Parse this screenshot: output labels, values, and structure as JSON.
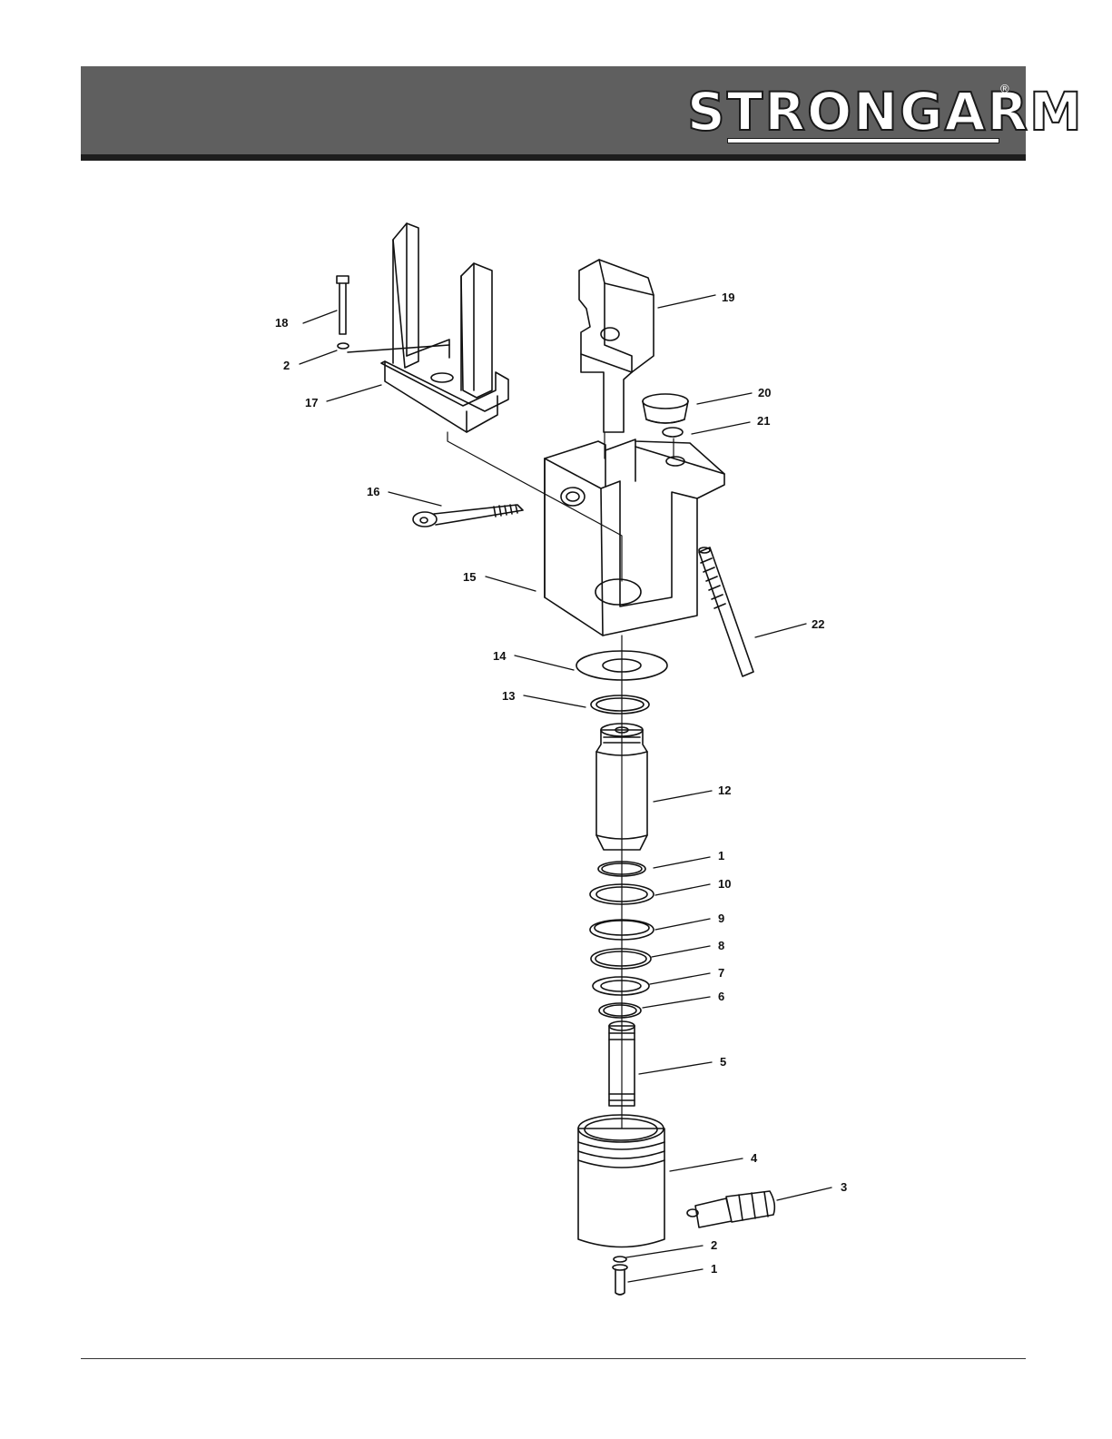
{
  "header": {
    "brand": "STRONGARM",
    "registered_mark": "®",
    "band_color": "#5f5f5f",
    "rule_color": "#1e1e1e"
  },
  "diagram": {
    "callouts": [
      {
        "id": "c18",
        "label": "18"
      },
      {
        "id": "c2a",
        "label": "2"
      },
      {
        "id": "c17",
        "label": "17"
      },
      {
        "id": "c19",
        "label": "19"
      },
      {
        "id": "c20",
        "label": "20"
      },
      {
        "id": "c21",
        "label": "21"
      },
      {
        "id": "c16",
        "label": "16"
      },
      {
        "id": "c15",
        "label": "15"
      },
      {
        "id": "c22",
        "label": "22"
      },
      {
        "id": "c14",
        "label": "14"
      },
      {
        "id": "c13",
        "label": "13"
      },
      {
        "id": "c12",
        "label": "12"
      },
      {
        "id": "c1a",
        "label": "1"
      },
      {
        "id": "c10",
        "label": "10"
      },
      {
        "id": "c9",
        "label": "9"
      },
      {
        "id": "c8",
        "label": "8"
      },
      {
        "id": "c7",
        "label": "7"
      },
      {
        "id": "c6",
        "label": "6"
      },
      {
        "id": "c5",
        "label": "5"
      },
      {
        "id": "c4",
        "label": "4"
      },
      {
        "id": "c3",
        "label": "3"
      },
      {
        "id": "c2b",
        "label": "2"
      },
      {
        "id": "c1b",
        "label": "1"
      }
    ]
  }
}
